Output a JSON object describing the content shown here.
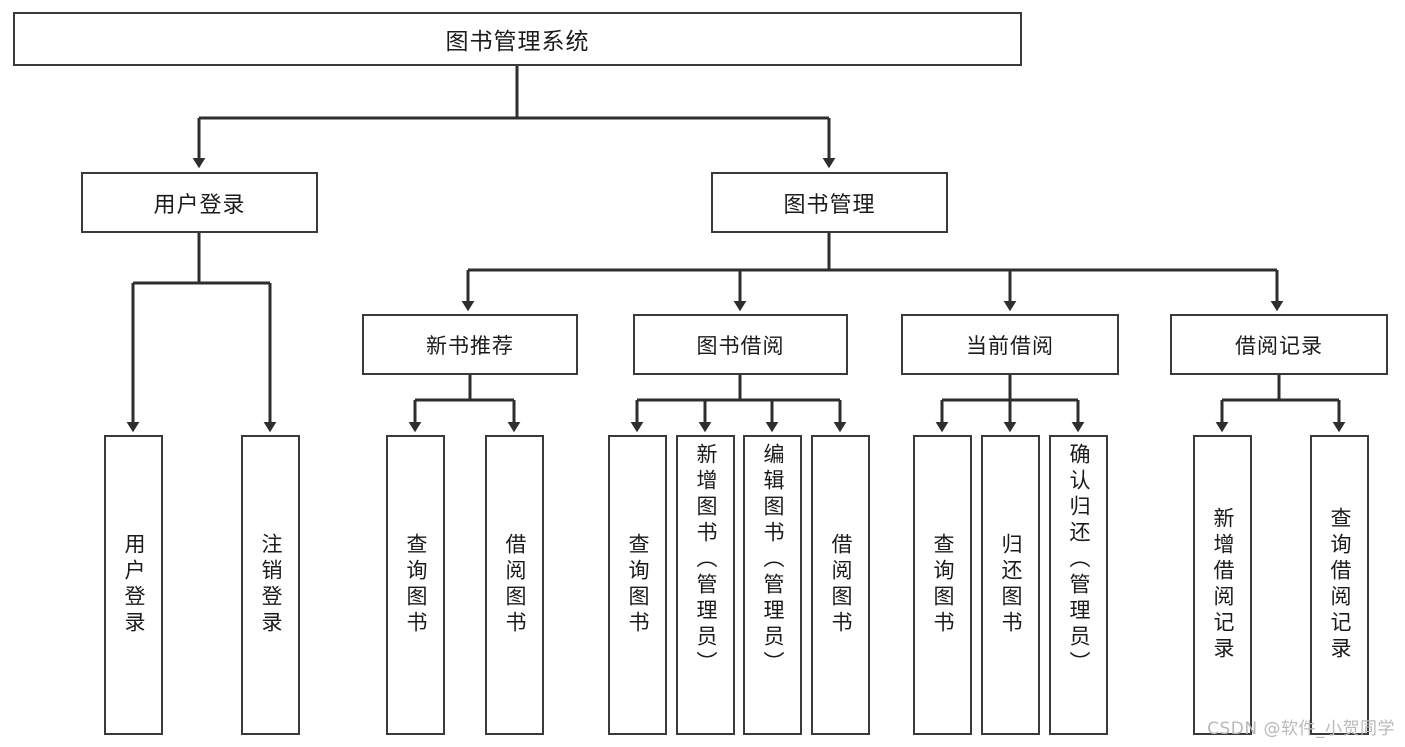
{
  "diagram": {
    "title": "图书管理系统",
    "type": "hierarchy-tree",
    "orientation": "top-down",
    "colors": {
      "box_stroke": "#3a3a3a",
      "box_fill": "#ffffff",
      "edge": "#2e2e2e",
      "text": "#1b1b1b",
      "watermark": "#b9b9b9",
      "background": "#ffffff"
    }
  },
  "watermark": {
    "text": "CSDN @软件_小贺同学"
  },
  "nodes": {
    "root": {
      "label": "图书管理系统"
    },
    "level1": [
      {
        "id": "user-login",
        "label": "用户登录"
      },
      {
        "id": "book-manage",
        "label": "图书管理"
      }
    ],
    "level2": [
      {
        "id": "new-book-recommend",
        "label": "新书推荐"
      },
      {
        "id": "book-borrow",
        "label": "图书借阅"
      },
      {
        "id": "current-borrow",
        "label": "当前借阅"
      },
      {
        "id": "borrow-record",
        "label": "借阅记录"
      }
    ],
    "leaves": {
      "user_login": [
        {
          "id": "leaf-user-login",
          "label": "用户登录"
        },
        {
          "id": "leaf-logout-login",
          "label": "注销登录"
        }
      ],
      "new_book_recommend": [
        {
          "id": "leaf-query-book-1",
          "label": "查询图书"
        },
        {
          "id": "leaf-borrow-book-1",
          "label": "借阅图书"
        }
      ],
      "book_borrow": [
        {
          "id": "leaf-query-book-2",
          "label": "查询图书"
        },
        {
          "id": "leaf-add-book",
          "label": "新增图书（管理员）"
        },
        {
          "id": "leaf-edit-book",
          "label": "编辑图书（管理员）"
        },
        {
          "id": "leaf-borrow-book-2",
          "label": "借阅图书"
        }
      ],
      "current_borrow": [
        {
          "id": "leaf-query-book-3",
          "label": "查询图书"
        },
        {
          "id": "leaf-return-book",
          "label": "归还图书"
        },
        {
          "id": "leaf-confirm-return",
          "label": "确认归还（管理员）"
        }
      ],
      "borrow_record": [
        {
          "id": "leaf-add-borrow-record",
          "label": "新增借阅记录"
        },
        {
          "id": "leaf-query-borrow-record",
          "label": "查询借阅记录"
        }
      ]
    }
  }
}
